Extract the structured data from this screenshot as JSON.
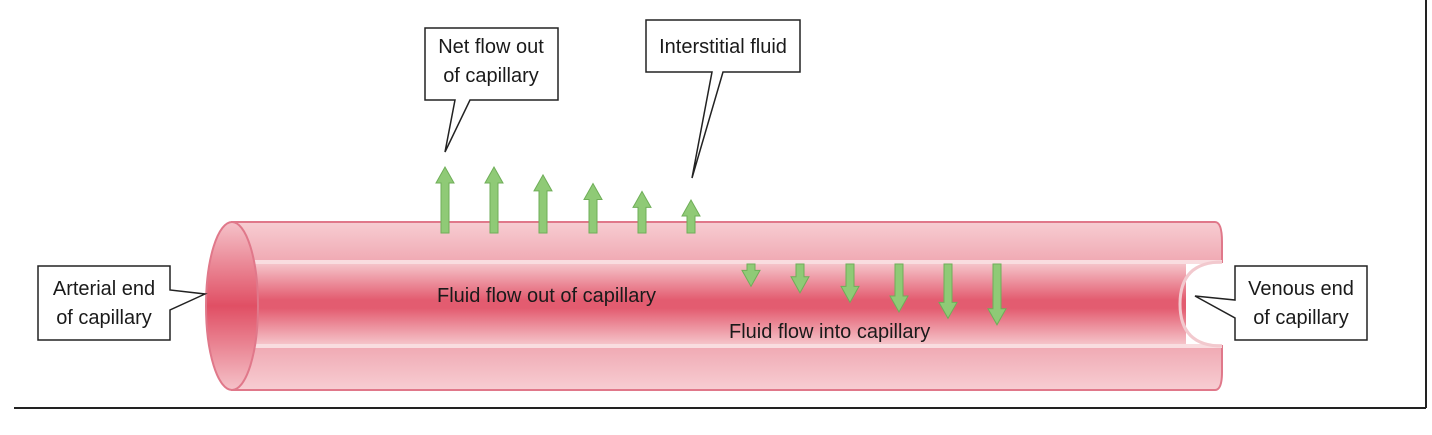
{
  "diagram": {
    "labels": {
      "net_flow_out": [
        "Net flow out",
        "of capillary"
      ],
      "interstitial_fluid": "Interstitial fluid",
      "arterial_end": [
        "Arterial end",
        "of capillary"
      ],
      "venous_end": [
        "Venous end",
        "of capillary"
      ],
      "fluid_flow_out": "Fluid flow out of capillary",
      "fluid_flow_in": "Fluid flow into capillary"
    },
    "colors": {
      "vessel_outer": "#f2b8bf",
      "vessel_inner": "#e66f80",
      "vessel_core": "#dc4e62",
      "vessel_stroke": "#e0788a",
      "arrow_fill": "#8fca76",
      "arrow_stroke": "#6fae58",
      "frame": "#222222"
    },
    "arrows": {
      "outward_relative_lengths": [
        1.0,
        1.0,
        0.88,
        0.75,
        0.63,
        0.5
      ],
      "inward_relative_lengths": [
        0.35,
        0.45,
        0.6,
        0.75,
        0.85,
        0.95
      ]
    }
  }
}
